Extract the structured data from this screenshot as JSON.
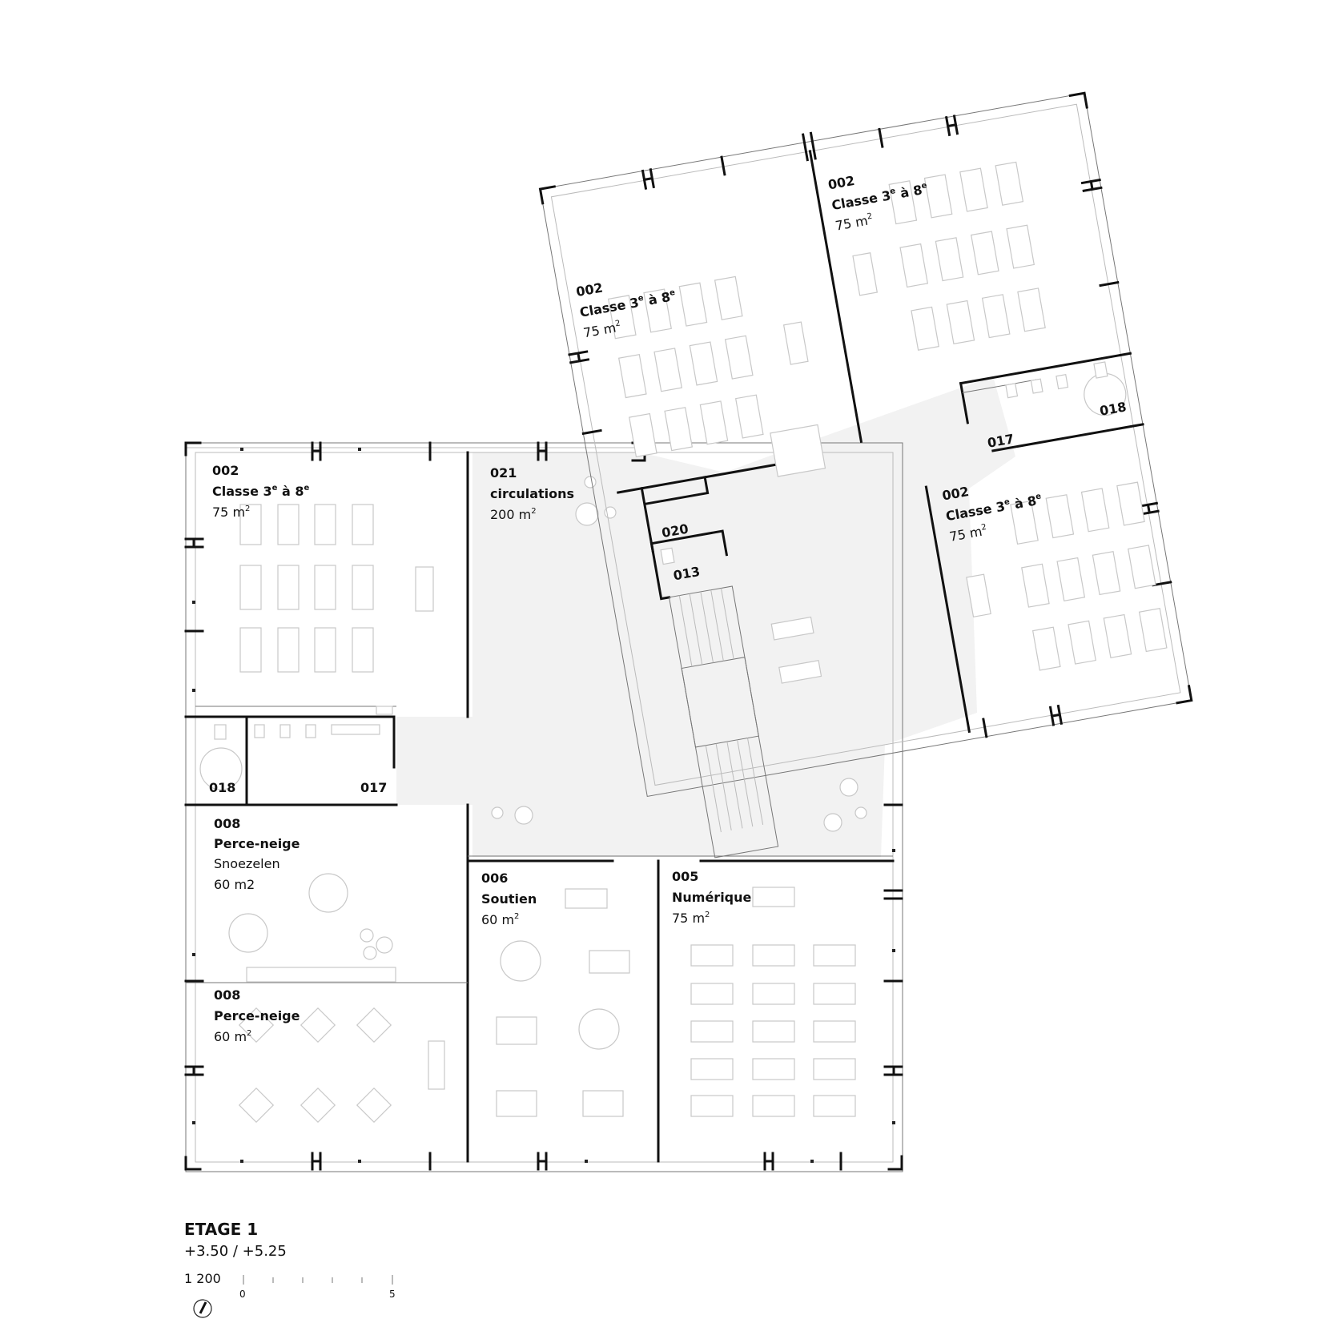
{
  "rooms": {
    "classe_nw": {
      "number": "002",
      "name_a": "Classe 3",
      "sup1": "e",
      "name_b": " à 8",
      "sup2": "e",
      "area": "75 m",
      "area_sup": "2"
    },
    "classe_ne": {
      "number": "002",
      "name_a": "Classe 3",
      "sup1": "e",
      "name_b": " à 8",
      "sup2": "e",
      "area": "75 m",
      "area_sup": "2"
    },
    "classe_e": {
      "number": "002",
      "name_a": "Classe 3",
      "sup1": "e",
      "name_b": " à 8",
      "sup2": "e",
      "area": "75 m",
      "area_sup": "2"
    },
    "classe_w": {
      "number": "002",
      "name_a": "Classe 3",
      "sup1": "e",
      "name_b": " à 8",
      "sup2": "e",
      "area": "75 m",
      "area_sup": "2"
    },
    "circulations": {
      "number": "021",
      "name": "circulations",
      "area": "200 m",
      "area_sup": "2"
    },
    "wc_w_018": {
      "number": "018"
    },
    "wc_w_017": {
      "number": "017"
    },
    "wc_e_018": {
      "number": "018"
    },
    "wc_e_017": {
      "number": "017"
    },
    "room_020": {
      "number": "020"
    },
    "room_013": {
      "number": "013"
    },
    "perce_neige_1": {
      "number": "008",
      "name": "Perce-neige",
      "sub": "Snoezelen",
      "area": "60 m2"
    },
    "perce_neige_2": {
      "number": "008",
      "name": "Perce-neige",
      "area": "60 m",
      "area_sup": "2"
    },
    "soutien": {
      "number": "006",
      "name": "Soutien",
      "area": "60 m",
      "area_sup": "2"
    },
    "numerique": {
      "number": "005",
      "name": "Numérique",
      "area": "75 m",
      "area_sup": "2"
    }
  },
  "legend": {
    "title": "ETAGE 1",
    "levels": "+3.50 / +5.25",
    "scale": "1 200",
    "tick_0": "0",
    "tick_5": "5"
  }
}
